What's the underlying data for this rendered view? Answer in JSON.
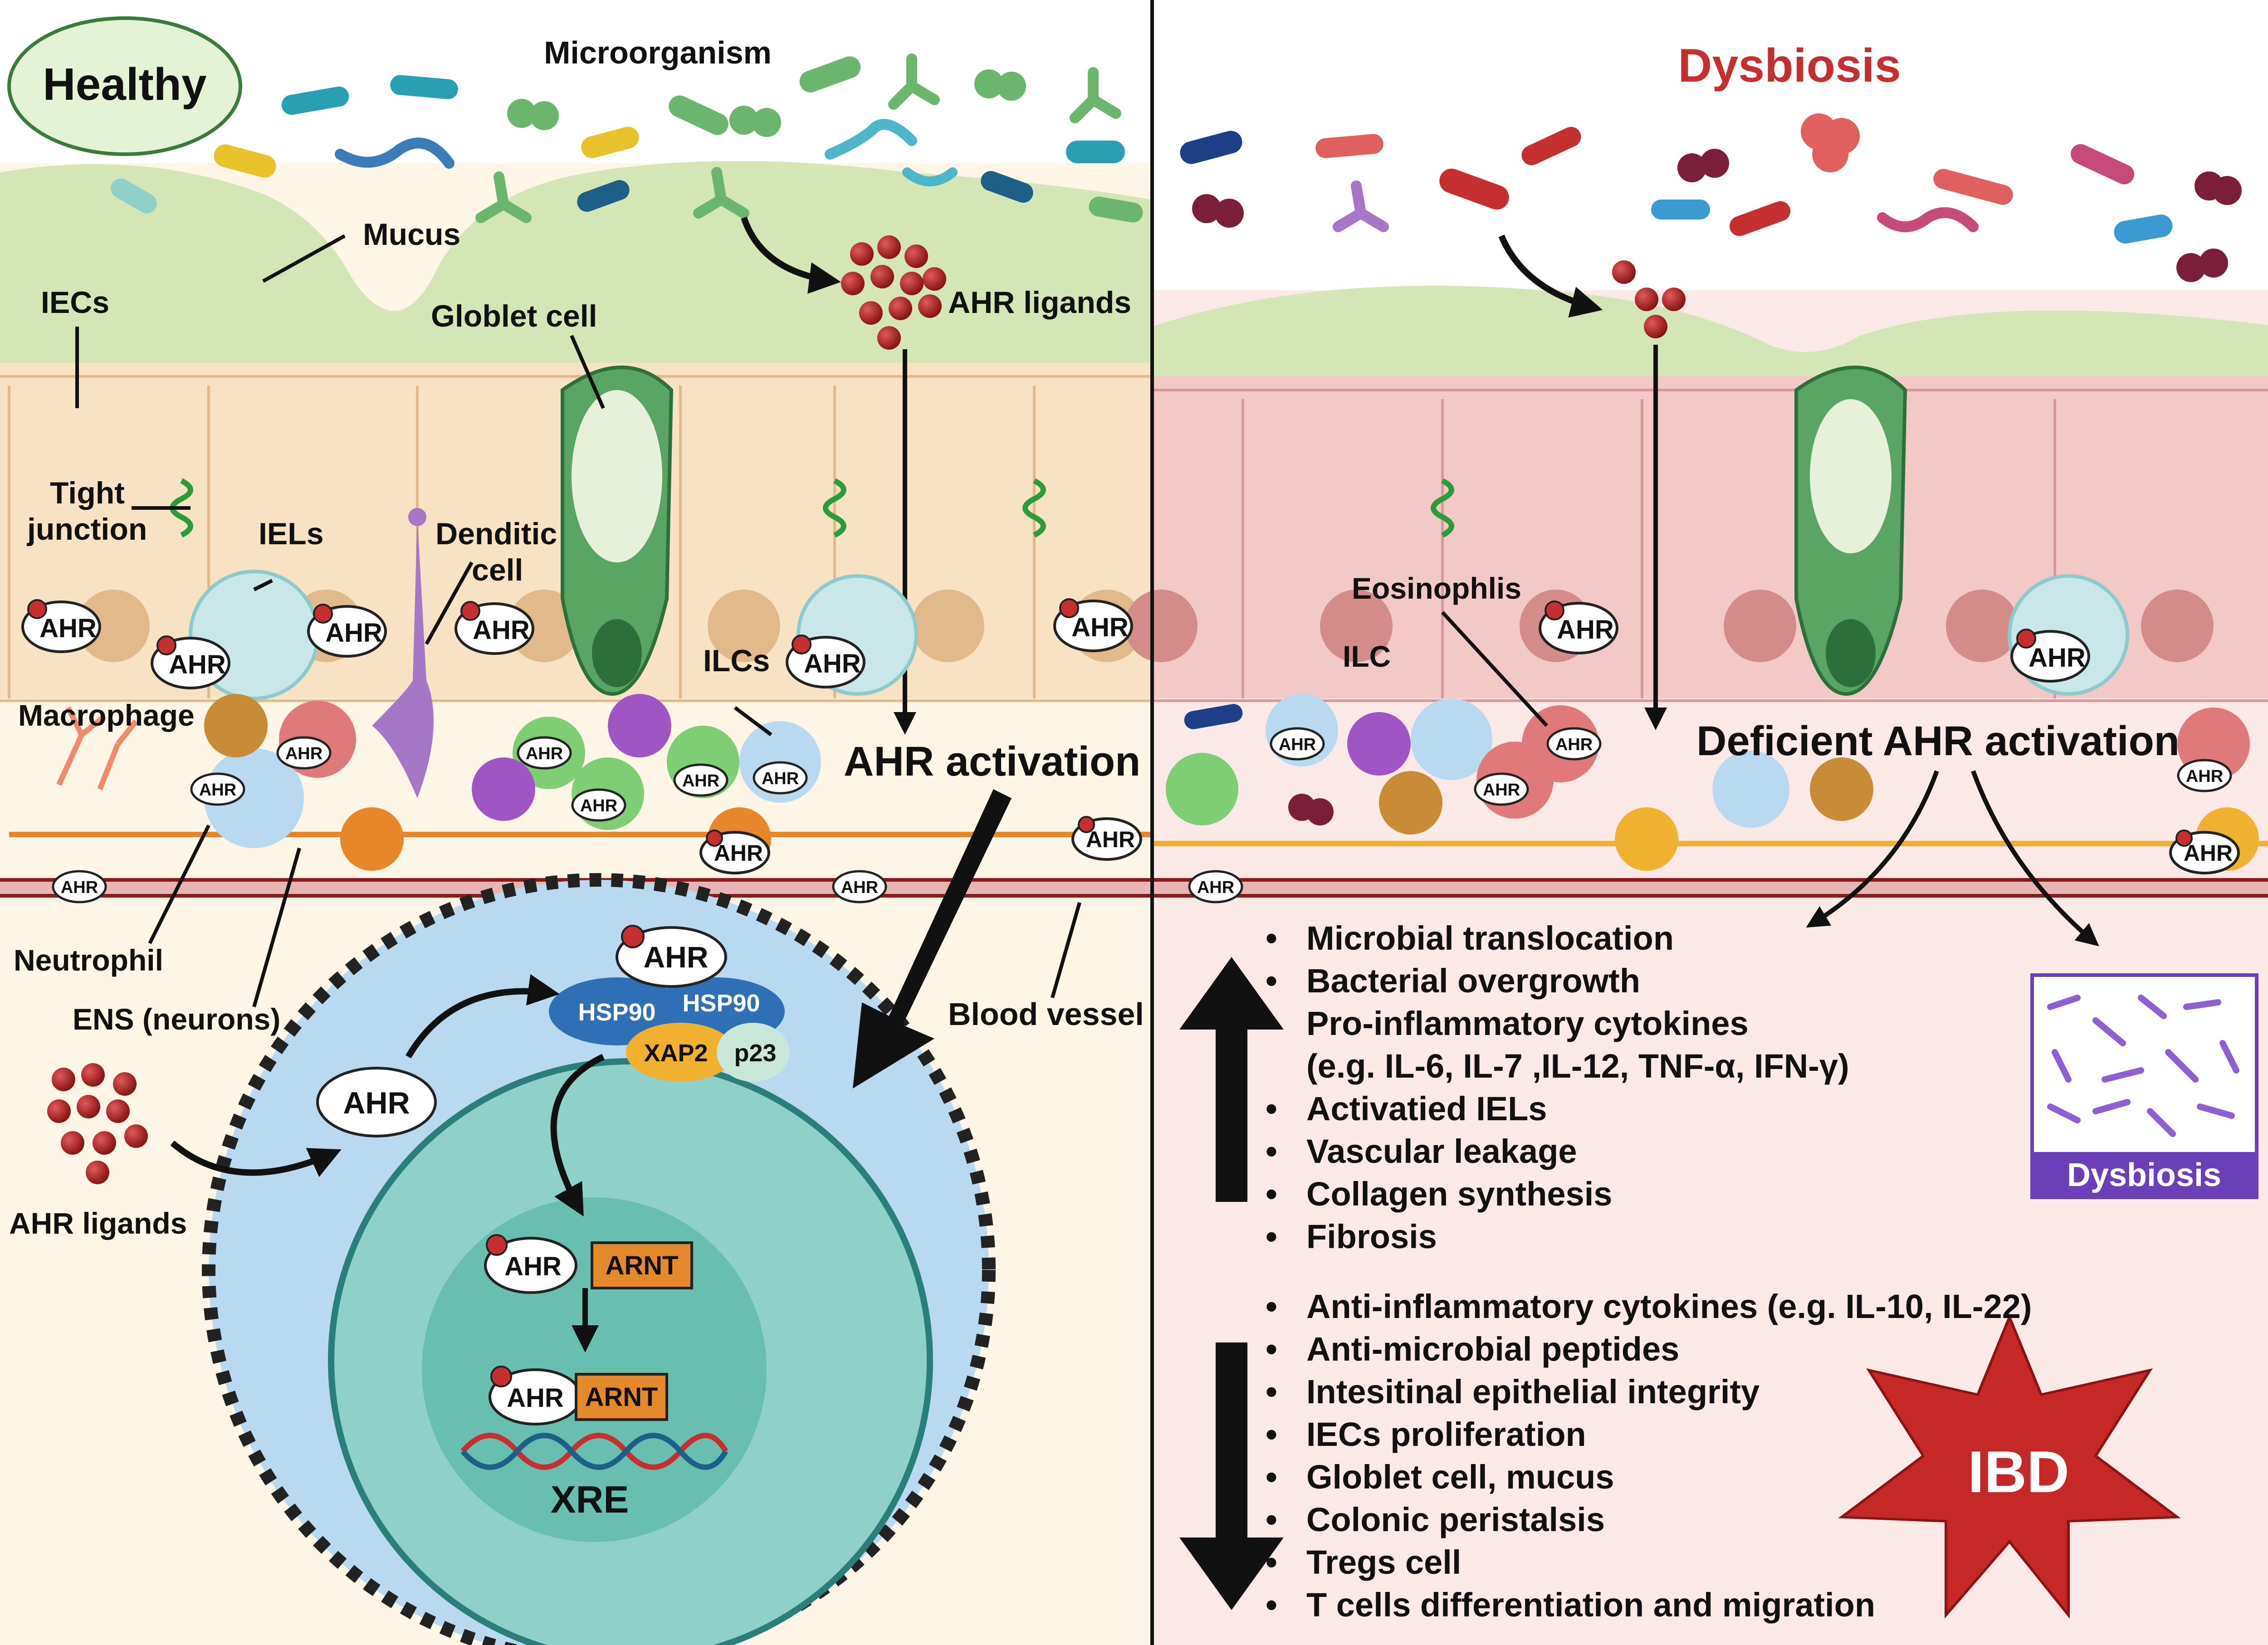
{
  "panels": {
    "healthy": {
      "title": "Healthy",
      "labels": {
        "microorganism": "Microorganism",
        "mucus": "Mucus",
        "iecs": "IECs",
        "goblet": "Globlet cell",
        "ahr_ligands_top": "AHR ligands",
        "tight_junction_1": "Tight",
        "tight_junction_2": "junction",
        "iels": "IELs",
        "dendritic_1": "Denditic",
        "dendritic_2": "cell",
        "ilcs": "ILCs",
        "macrophage": "Macrophage",
        "activation": "AHR activation",
        "neutrophil": "Neutrophil",
        "ens": "ENS (neurons)",
        "blood_vessel": "Blood vessel",
        "ahr_ligands_bottom": "AHR ligands"
      }
    },
    "dysbiosis": {
      "title": "Dysbiosis",
      "labels": {
        "eosinophils": "Eosinophlis",
        "ilc": "ILC",
        "deficient": "Deficient AHR activation",
        "box_label": "Dysbiosis",
        "ibd": "IBD"
      }
    }
  },
  "ahr": "AHR",
  "nucleus": {
    "hsp90": "HSP90",
    "xap2": "XAP2",
    "p23": "p23",
    "arnt": "ARNT",
    "xre": "XRE"
  },
  "increased_effects": [
    "Microbial translocation",
    "Bacterial overgrowth",
    "Pro-inflammatory cytokines",
    "(e.g. IL-6, IL-7 ,IL-12, TNF-α, IFN-γ)",
    "Activatied IELs",
    "Vascular leakage",
    "Collagen synthesis",
    "Fibrosis"
  ],
  "decreased_effects": [
    "Anti-inflammatory cytokines (e.g. IL-10, IL-22)",
    "Anti-microbial peptides",
    "Intesitinal epithelial integrity",
    "IECs proliferation",
    "Globlet cell, mucus",
    "Colonic peristalsis",
    "Tregs cell",
    "T cells differentiation and migration"
  ],
  "colors": {
    "healthy_bg": "#fdf5e6",
    "dysbiosis_bg": "#fbe9e8",
    "mucus": "#d4e6b5",
    "healthy_epithelium": "#f8e2c4",
    "dysbiosis_epithelium": "#f2c9c7",
    "title_red": "#c62f2f",
    "cell_blue": "#b9d9f1",
    "nucleus_teal": "#8fd1c8",
    "arnt_orange": "#e58a2a",
    "dysbiosis_box": "#6a3fb8",
    "ibd_red": "#c62828"
  }
}
